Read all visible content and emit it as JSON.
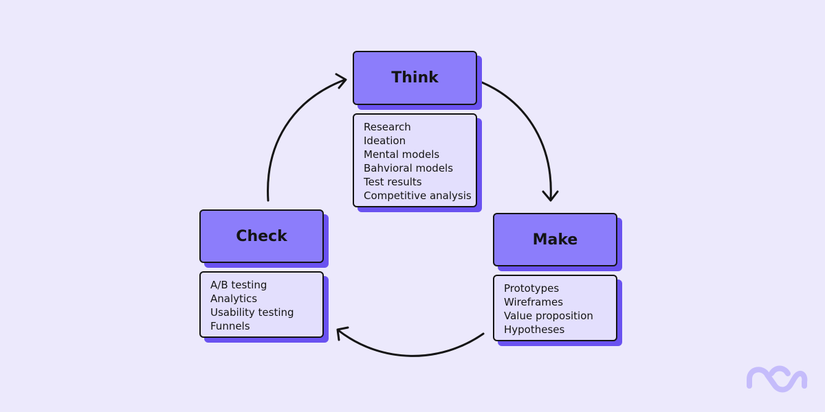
{
  "colors": {
    "background": "#ece9fc",
    "title_fill": "#8c7dfb",
    "list_fill": "#e3dffd",
    "shadow": "#6a52f0",
    "outline": "#141414",
    "logo": "#c5bcfb"
  },
  "stages": {
    "think": {
      "title": "Think",
      "items": [
        "Research",
        "Ideation",
        "Mental models",
        "Bahvioral models",
        "Test results",
        "Competitive analysis"
      ]
    },
    "make": {
      "title": "Make",
      "items": [
        "Prototypes",
        "Wireframes",
        "Value proposition",
        "Hypotheses"
      ]
    },
    "check": {
      "title": "Check",
      "items": [
        "A/B testing",
        "Analytics",
        "Usability testing",
        "Funnels"
      ]
    }
  },
  "logo_icon": "brand-logo-icon",
  "arrow_icon": "cycle-arrow-icon"
}
